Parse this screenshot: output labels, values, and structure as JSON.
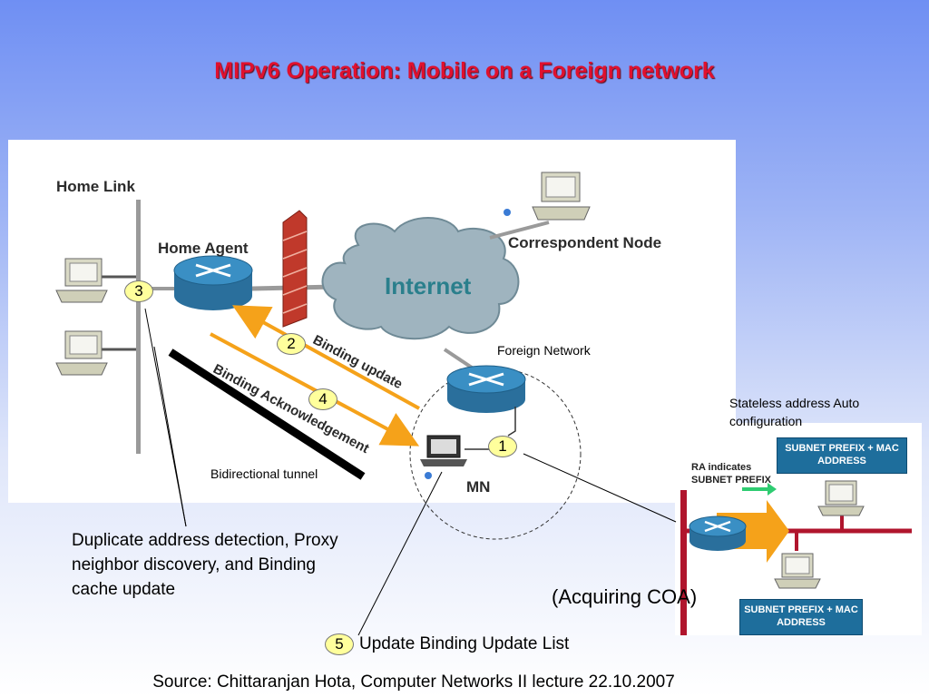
{
  "title": "MIPv6 Operation: Mobile on a Foreign network",
  "labels": {
    "home_link": "Home Link",
    "home_agent": "Home Agent",
    "internet": "Internet",
    "correspondent_node": "Correspondent Node",
    "foreign_network": "Foreign Network",
    "binding_update": "Binding update",
    "binding_ack": "Binding Acknowledgement",
    "tunnel": "Bidirectional tunnel",
    "mn": "MN",
    "stateless": "Stateless address Auto configuration",
    "acquiring": "(Acquiring COA)",
    "dad_note": "Duplicate address detection, Proxy neighbor discovery, and Binding cache update",
    "update_list": "Update Binding Update List"
  },
  "steps": [
    "1",
    "2",
    "3",
    "4",
    "5"
  ],
  "inset": {
    "ra_text": "RA indicates SUBNET PREFIX",
    "box_top": "SUBNET PREFIX + MAC ADDRESS",
    "box_bottom": "SUBNET PREFIX + MAC ADDRESS"
  },
  "source": "Source: Chittaranjan Hota, Computer Networks II lecture 22.10.2007",
  "colors": {
    "title": "#e0102e",
    "arrow": "#f5a21a",
    "router": "#3a8fc4",
    "cloud": "#9fb4bf",
    "firewall": "#c0392b"
  }
}
